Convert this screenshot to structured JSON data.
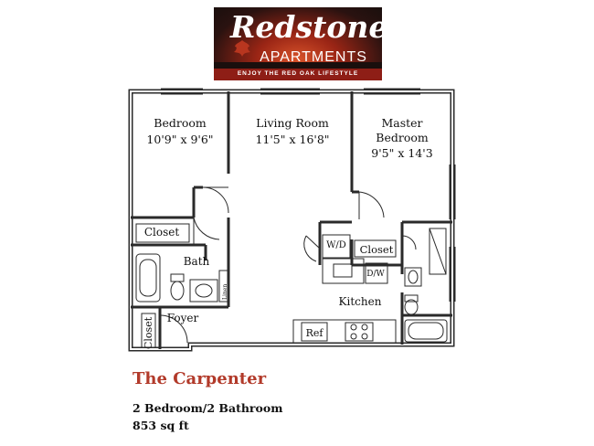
{
  "logo": {
    "brand": "Redstone",
    "subtitle": "APARTMENTS",
    "tagline": "ENJOY THE RED OAK LIFESTYLE"
  },
  "rooms": {
    "bedroom": {
      "name": "Bedroom",
      "dims": "10'9\" x 9'6\""
    },
    "living_room": {
      "name": "Living Room",
      "dims": "11'5\" x 16'8\""
    },
    "master": {
      "name_line1": "Master",
      "name_line2": "Bedroom",
      "dims": "9'5\" x 14'3"
    },
    "closet_left": "Closet",
    "closet_master": "Closet",
    "closet_foyer": "Closet",
    "bath": "Bath",
    "foyer": "Foyer",
    "kitchen": "Kitchen",
    "washer_dryer": "W/D",
    "dishwasher": "D/W",
    "refrigerator": "Ref",
    "linen": "Linen"
  },
  "caption": {
    "title": "The Carpenter",
    "rooms": "2 Bedroom/2 Bathroom",
    "size": "853 sq ft"
  }
}
